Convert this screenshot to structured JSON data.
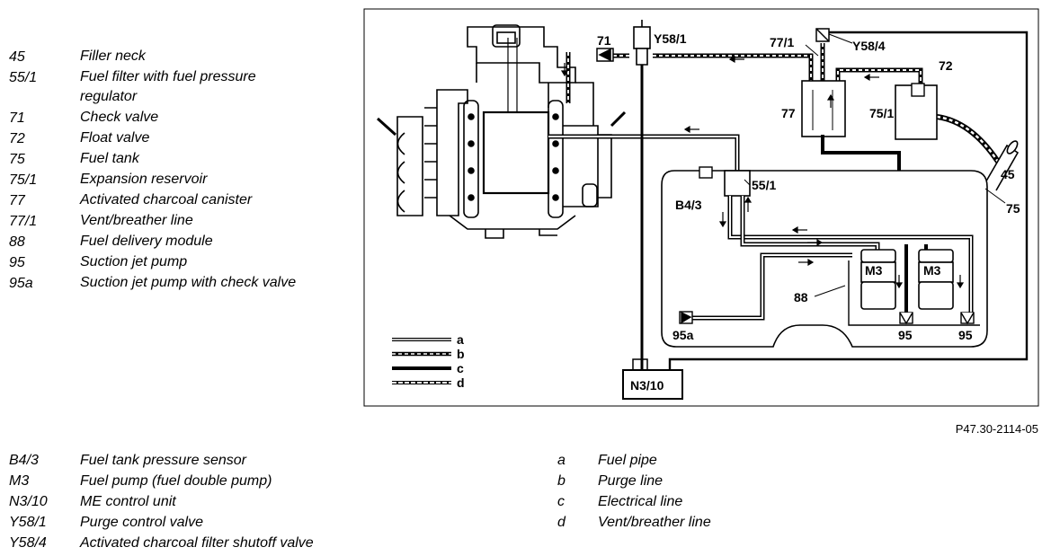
{
  "legend_top": [
    {
      "code": "45",
      "label": "Filler neck"
    },
    {
      "code": "55/1",
      "label": "Fuel filter with fuel pressure regulator"
    },
    {
      "code": "71",
      "label": "Check valve"
    },
    {
      "code": "72",
      "label": "Float valve"
    },
    {
      "code": "75",
      "label": "Fuel tank"
    },
    {
      "code": "75/1",
      "label": "Expansion reservoir"
    },
    {
      "code": "77",
      "label": "Activated charcoal canister"
    },
    {
      "code": "77/1",
      "label": "Vent/breather line"
    },
    {
      "code": "88",
      "label": "Fuel delivery module"
    },
    {
      "code": "95",
      "label": "Suction jet pump"
    },
    {
      "code": "95a",
      "label": "Suction jet pump with check valve"
    }
  ],
  "legend_bottom_left": [
    {
      "code": "B4/3",
      "label": "Fuel tank pressure sensor"
    },
    {
      "code": "M3",
      "label": "Fuel pump (fuel double pump)"
    },
    {
      "code": "N3/10",
      "label": "ME control unit"
    },
    {
      "code": "Y58/1",
      "label": "Purge control valve"
    },
    {
      "code": "Y58/4",
      "label": "Activated charcoal filter shutoff valve"
    }
  ],
  "legend_bottom_right": [
    {
      "code": "a",
      "label": "Fuel pipe"
    },
    {
      "code": "b",
      "label": "Purge line"
    },
    {
      "code": "c",
      "label": "Electrical line"
    },
    {
      "code": "d",
      "label": "Vent/breather line"
    }
  ],
  "figure_ref": "P47.30-2114-05",
  "diagram_labels": {
    "check_valve": "71",
    "purge_valve": "Y58/1",
    "vent_line": "77/1",
    "shutoff_valve": "Y58/4",
    "float_valve": "72",
    "canister": "77",
    "expansion_reservoir": "75/1",
    "filler_neck": "45",
    "fuel_tank": "75",
    "fuel_filter": "55/1",
    "pressure_sensor": "B4/3",
    "delivery_module": "88",
    "fuel_pump_1": "M3",
    "fuel_pump_2": "M3",
    "jet_pump_check": "95a",
    "jet_pump_1": "95",
    "jet_pump_2": "95",
    "control_unit": "N3/10",
    "line_a": "a",
    "line_b": "b",
    "line_c": "c",
    "line_d": "d"
  }
}
